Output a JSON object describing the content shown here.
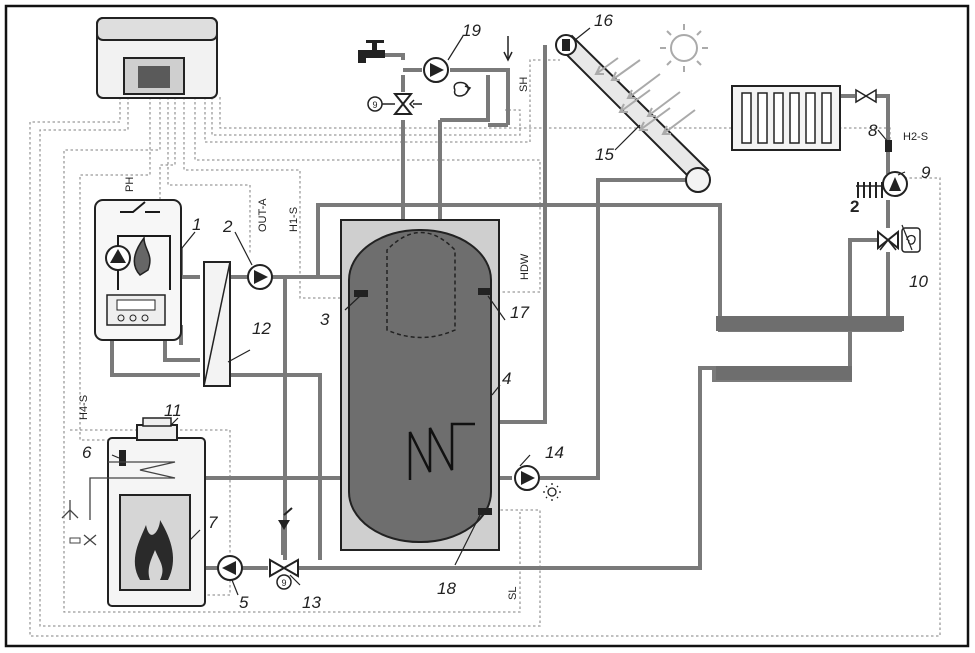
{
  "labels": {
    "ph": "PH",
    "out_a": "OUT-A",
    "h1_s": "H1-S",
    "hdw": "HDW",
    "sh": "SH",
    "h2_s": "H2-S",
    "h4_s": "H4-S",
    "sl": "SL"
  },
  "numbers": {
    "n1": "1",
    "n2": "2",
    "n3": "3",
    "n4": "4",
    "n5": "5",
    "n6": "6",
    "n7": "7",
    "n8": "8",
    "n9a": "9",
    "n9b": "9",
    "n10": "10",
    "n11": "11",
    "n12": "12",
    "n13": "13",
    "n14": "14",
    "n15": "15",
    "n16": "16",
    "n17": "17",
    "n18": "18",
    "n19": "19"
  },
  "misc": {
    "floor_count": "2",
    "valve_motor_top": "9",
    "valve_motor_bottom": "9"
  },
  "colors": {
    "pipe": "#7a7a7a",
    "tank_inner": "#6e6e6e",
    "tank_outer": "#cfcfcf",
    "wire": "#9a9a9a"
  }
}
